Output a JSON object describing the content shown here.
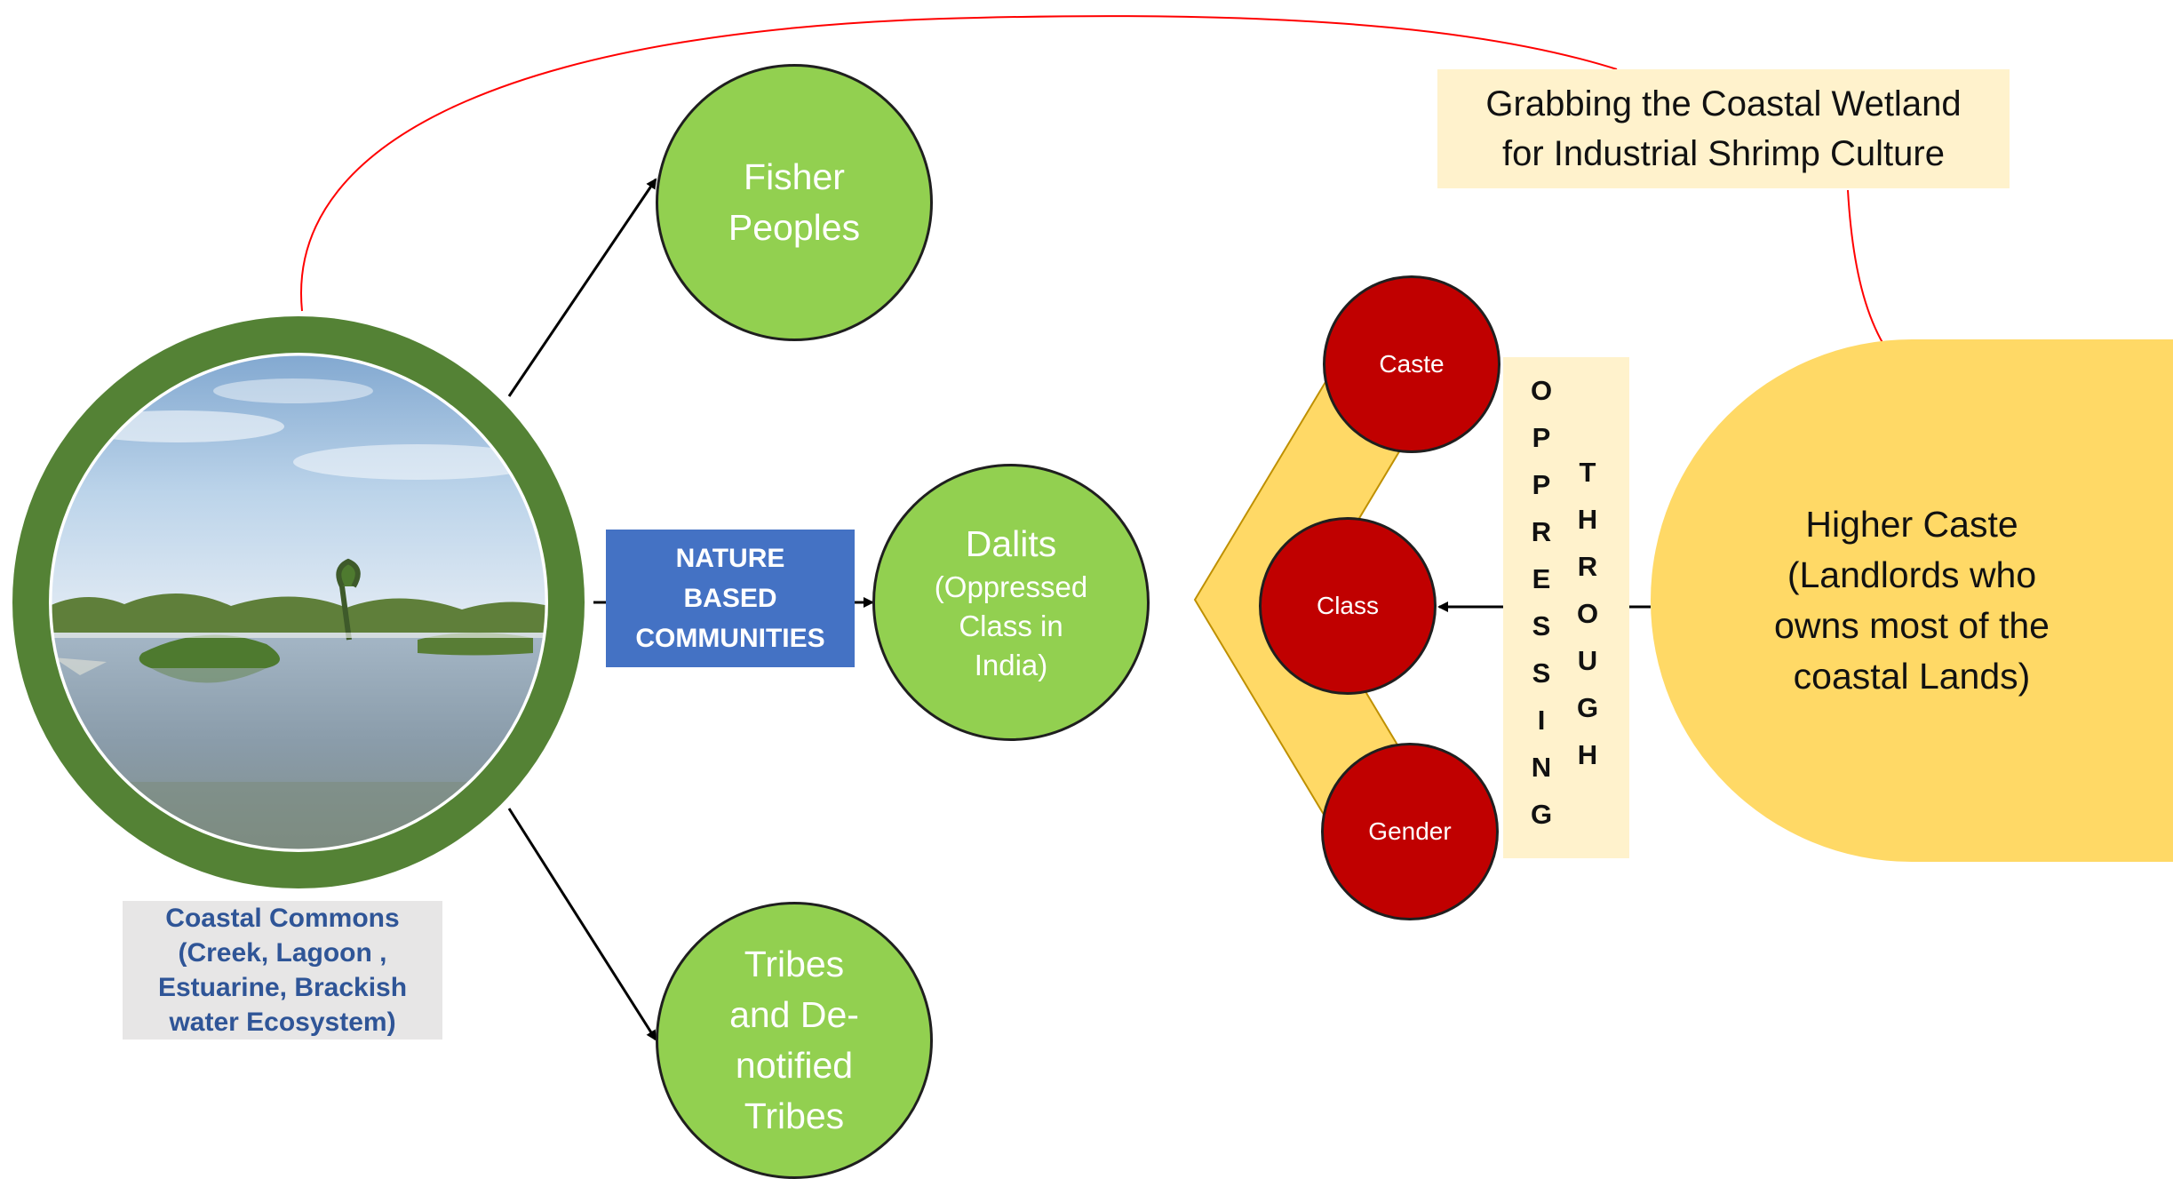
{
  "colors": {
    "outer_ring": "#548235",
    "green_node": "#92d050",
    "red_node": "#c00000",
    "yellow_node": "#ffd966",
    "chevron": "#ffd966",
    "banner_blue": "#4472c4",
    "cream_box": "#fff2cc",
    "caption_bg": "#e7e6e6",
    "caption_text": "#2f5597",
    "red_curve": "#ff0000"
  },
  "photo": {
    "description_icon": "landscape-photo"
  },
  "caption": {
    "line1": "Coastal Commons",
    "line2": "(Creek, Lagoon ,",
    "line3": "Estuarine, Brackish",
    "line4": "water Ecosystem)"
  },
  "banner": {
    "line1": "NATURE",
    "line2": "BASED",
    "line3": "COMMUNITIES"
  },
  "fisher": {
    "line1": "Fisher",
    "line2": "Peoples"
  },
  "dalits": {
    "title": "Dalits",
    "line1": "(Oppressed",
    "line2": "Class in",
    "line3": "India)"
  },
  "tribes": {
    "line1": "Tribes",
    "line2": "and De-",
    "line3": "notified",
    "line4": "Tribes"
  },
  "grabbing": {
    "line1": "Grabbing the Coastal Wetland",
    "line2": "for Industrial Shrimp Culture"
  },
  "red_nodes": {
    "caste": "Caste",
    "class": "Class",
    "gender": "Gender"
  },
  "oppressing_letters": [
    "O",
    "P",
    "P",
    "R",
    "E",
    "S",
    "S",
    "I",
    "N",
    "G"
  ],
  "through_letters": [
    "T",
    "H",
    "R",
    "O",
    "U",
    "G",
    "H"
  ],
  "higher_caste": {
    "line1": "Higher Caste",
    "line2": "(Landlords who",
    "line3": "owns most of the",
    "line4": "coastal Lands)"
  }
}
